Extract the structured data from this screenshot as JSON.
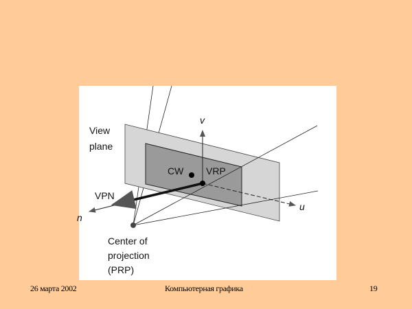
{
  "diagram": {
    "labels": {
      "view_plane_1": "View",
      "view_plane_2": "plane",
      "v_axis": "v",
      "u_axis": "u",
      "n_axis": "n",
      "vpn": "VPN",
      "cw": "CW",
      "vrp": "VRP",
      "prp_1": "Center of",
      "prp_2": "projection",
      "prp_3": "(PRP)"
    },
    "colors": {
      "plane": "#d6d6d6",
      "window": "#9a9a9a",
      "background": "#FFCC99"
    }
  },
  "footer": {
    "date": "26 марта 2002",
    "title": "Компьютерная графика",
    "page": "19"
  }
}
